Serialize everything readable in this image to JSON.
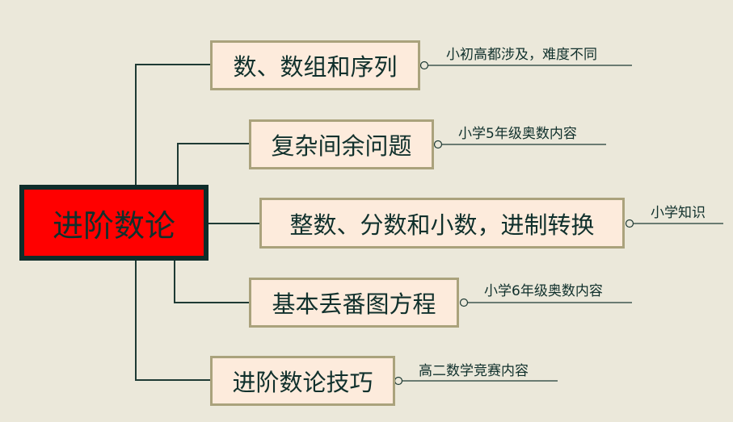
{
  "root": {
    "label": "进阶数论"
  },
  "branches": [
    {
      "label": "数、数组和序列",
      "note": "小初高都涉及，难度不同"
    },
    {
      "label": "复杂间余问题",
      "note": "小学5年级奥数内容"
    },
    {
      "label": "整数、分数和小数，进制转换",
      "note": "小学知识"
    },
    {
      "label": "基本丢番图方程",
      "note": "小学6年级奥数内容"
    },
    {
      "label": "进阶数论技巧",
      "note": "高二数学竞赛内容"
    }
  ],
  "colors": {
    "background": "#ebe8da",
    "root_fill": "#ff0000",
    "node_fill": "#fdebdc",
    "node_border": "#aaa27c",
    "line": "#1e3a34"
  }
}
